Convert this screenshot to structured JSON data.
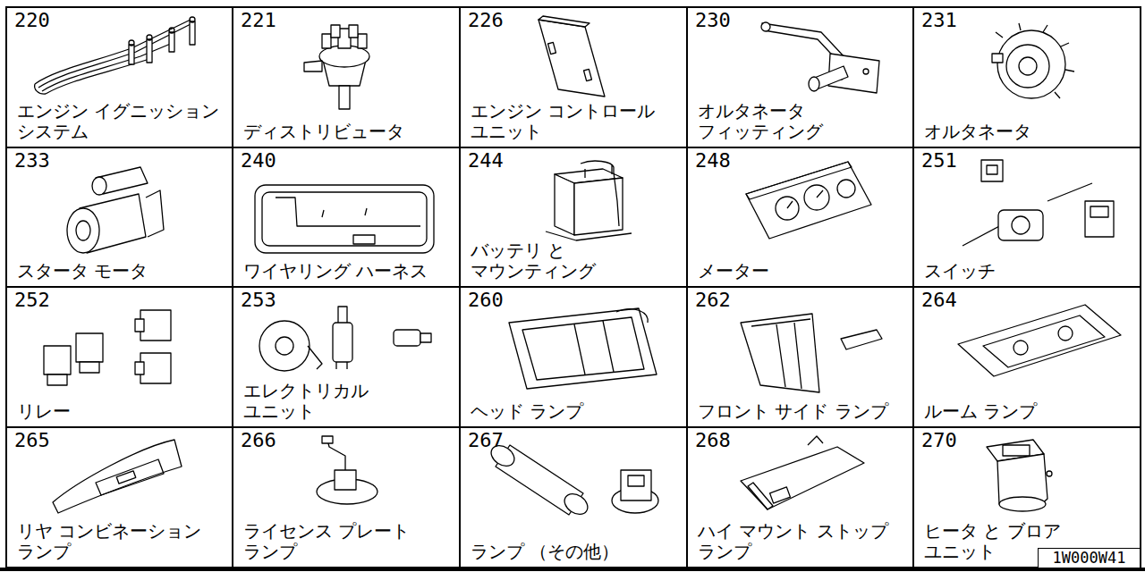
{
  "diagram": {
    "nodes": [
      {
        "text": [
          "220",
          "エンジン イグニッション システム"
        ]
      },
      {
        "text": [
          "221",
          "ディストリビュータ"
        ]
      },
      {
        "text": [
          "226",
          "エンジン コントロール ユニット"
        ]
      },
      {
        "text": [
          "230",
          "オルタネータ フィッティング"
        ]
      },
      {
        "text": [
          "231",
          "オルタネータ"
        ]
      },
      {
        "text": [
          "233",
          "スタータ モータ"
        ]
      },
      {
        "text": [
          "240",
          "ワイヤリング ハーネス"
        ]
      },
      {
        "text": [
          "244",
          "バッテリ と マウンティング"
        ]
      },
      {
        "text": [
          "248",
          "メーター"
        ]
      },
      {
        "text": [
          "251",
          "スイッチ"
        ]
      },
      {
        "text": [
          "252",
          "リレー"
        ]
      },
      {
        "text": [
          "253",
          "エレクトリカル ユニット"
        ]
      },
      {
        "text": [
          "260",
          "ヘッド ランプ"
        ]
      },
      {
        "text": [
          "262",
          "フロント サイド ランプ"
        ]
      },
      {
        "text": [
          "264",
          "ルーム ランプ"
        ]
      },
      {
        "text": [
          "265",
          "リヤ コンビネーション ランプ"
        ]
      },
      {
        "text": [
          "266",
          "ライセンス プレート ランプ"
        ]
      },
      {
        "text": [
          "267",
          "ランプ （その他）"
        ]
      },
      {
        "text": [
          "268",
          "ハイ マウント ストップ ランプ"
        ]
      },
      {
        "text": [
          "270",
          "ヒータ と ブロア ユニット"
        ]
      },
      {
        "text": [
          "1W000W41"
        ]
      }
    ]
  }
}
